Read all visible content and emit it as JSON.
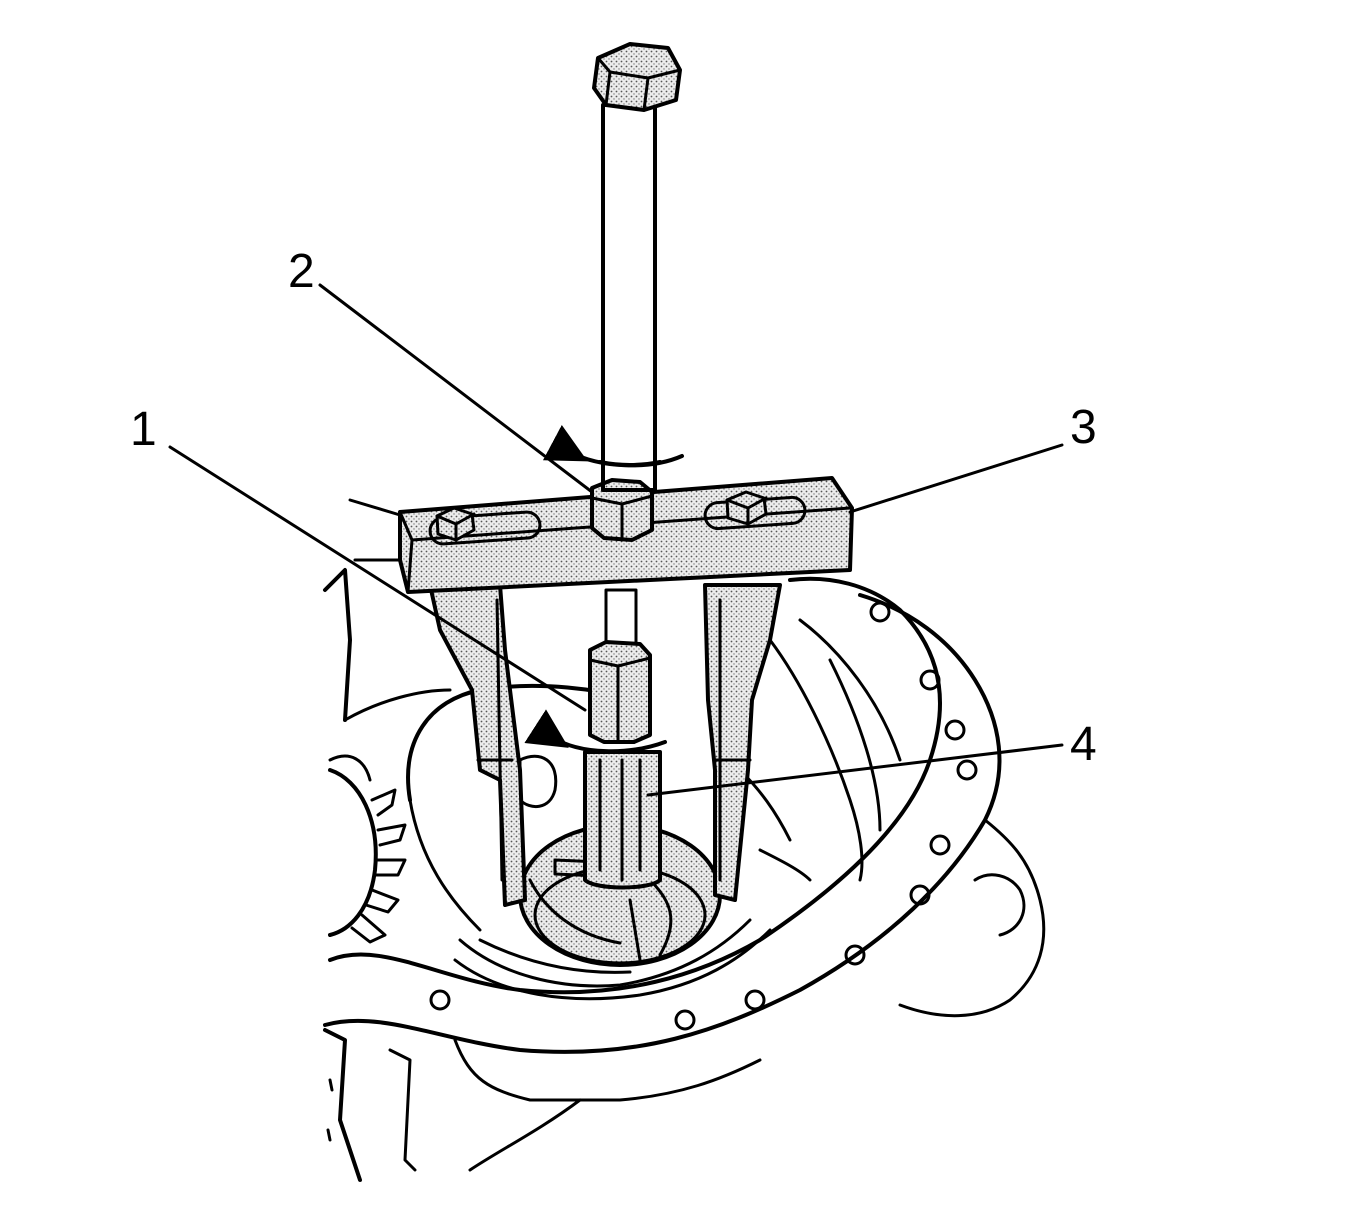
{
  "callouts": [
    {
      "id": "1",
      "label": "1"
    },
    {
      "id": "2",
      "label": "2"
    },
    {
      "id": "3",
      "label": "3"
    },
    {
      "id": "4",
      "label": "4"
    }
  ],
  "colors": {
    "ink": "#000000",
    "background": "#ffffff",
    "stipple": "#bdbdbd"
  }
}
